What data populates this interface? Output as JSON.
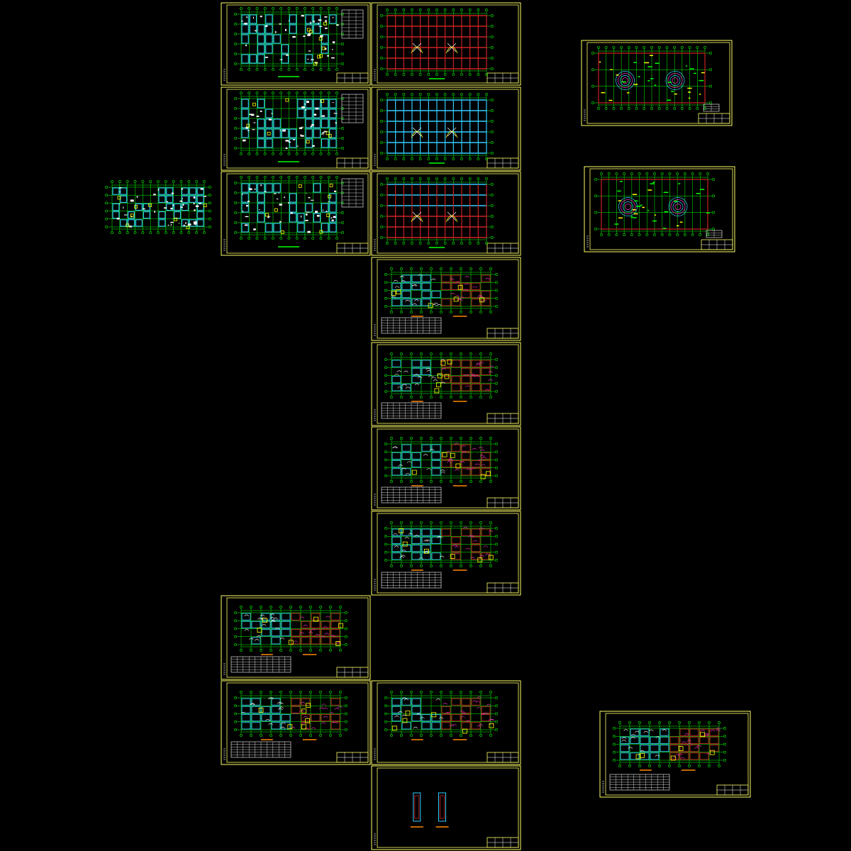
{
  "app": {
    "type": "cad-model-space-overview",
    "background_color": "#000000"
  },
  "colors": {
    "frame": "#ffff66",
    "axis": "#00ff00",
    "wall_cyan": "#33ccff",
    "beam_red": "#cc2222",
    "white": "#ffffff",
    "magenta": "#ff33cc",
    "orange": "#ff8800",
    "yellow": "#ffff00"
  },
  "sheets": [
    {
      "id": "sheet-loose-plan",
      "kind": "floor-plan-cyan",
      "framed": false
    },
    {
      "id": "sheet-a1",
      "kind": "floor-plan-cyan",
      "table": "right"
    },
    {
      "id": "sheet-a2",
      "kind": "floor-plan-cyan",
      "table": "right"
    },
    {
      "id": "sheet-a3",
      "kind": "floor-plan-cyan",
      "table": "right"
    },
    {
      "id": "sheet-b1",
      "kind": "beam-grid-red"
    },
    {
      "id": "sheet-b2",
      "kind": "beam-grid-cyan"
    },
    {
      "id": "sheet-b3",
      "kind": "beam-grid-mixed"
    },
    {
      "id": "sheet-c1",
      "kind": "reinforcement-plan",
      "table": "bottom"
    },
    {
      "id": "sheet-c2",
      "kind": "reinforcement-plan",
      "table": "bottom"
    },
    {
      "id": "sheet-c3",
      "kind": "reinforcement-plan",
      "table": "bottom"
    },
    {
      "id": "sheet-c4",
      "kind": "reinforcement-plan",
      "table": "bottom"
    },
    {
      "id": "sheet-d1",
      "kind": "reinforcement-plan",
      "table": "bottom"
    },
    {
      "id": "sheet-d2",
      "kind": "reinforcement-plan",
      "table": "bottom"
    },
    {
      "id": "sheet-d3",
      "kind": "slab-plan-red"
    },
    {
      "id": "sheet-d4",
      "kind": "detail-sections"
    },
    {
      "id": "sheet-e1",
      "kind": "site-plan"
    },
    {
      "id": "sheet-e2",
      "kind": "site-plan"
    },
    {
      "id": "sheet-f1",
      "kind": "reinforcement-plan",
      "table": "bottom"
    }
  ]
}
